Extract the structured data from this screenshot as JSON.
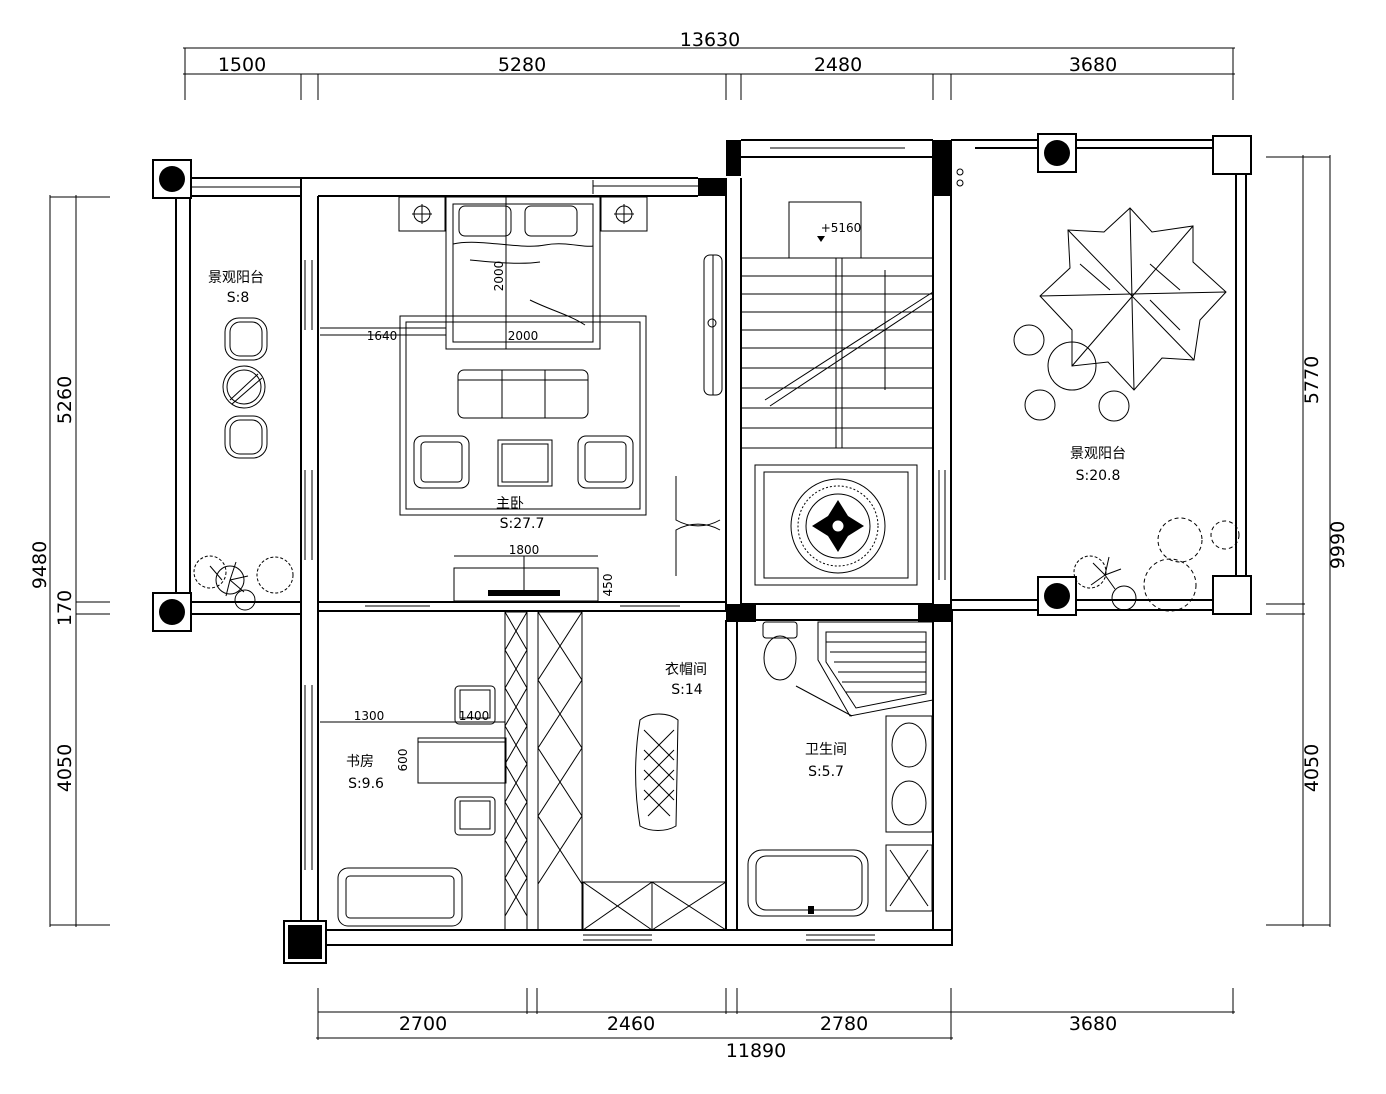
{
  "dimensions": {
    "top_total": "13630",
    "top": [
      "1500",
      "5280",
      "2480",
      "3680"
    ],
    "bottom": [
      "2700",
      "2460",
      "2780",
      "3680"
    ],
    "bottom_total": "11890",
    "left_total": "9480",
    "left": [
      "5260",
      "170",
      "4050"
    ],
    "right_total": "9990",
    "right": [
      "5770",
      "4050"
    ]
  },
  "rooms": {
    "balcony_left": {
      "name": "景观阳台",
      "area": "S:8"
    },
    "balcony_right": {
      "name": "景观阳台",
      "area": "S:20.8"
    },
    "master_bedroom": {
      "name": "主卧",
      "area": "S:27.7"
    },
    "study": {
      "name": "书房",
      "area": "S:9.6"
    },
    "cloakroom": {
      "name": "衣帽间",
      "area": "S:14"
    },
    "bathroom": {
      "name": "卫生间",
      "area": "S:5.7"
    }
  },
  "annotations": {
    "elevation": "+5160",
    "bed_width": "2000",
    "bed_length": "2000",
    "bedroom_1640": "1640",
    "tv_width": "1800",
    "tv_depth": "450",
    "study_1300": "1300",
    "study_1400": "1400",
    "study_600": "600"
  }
}
